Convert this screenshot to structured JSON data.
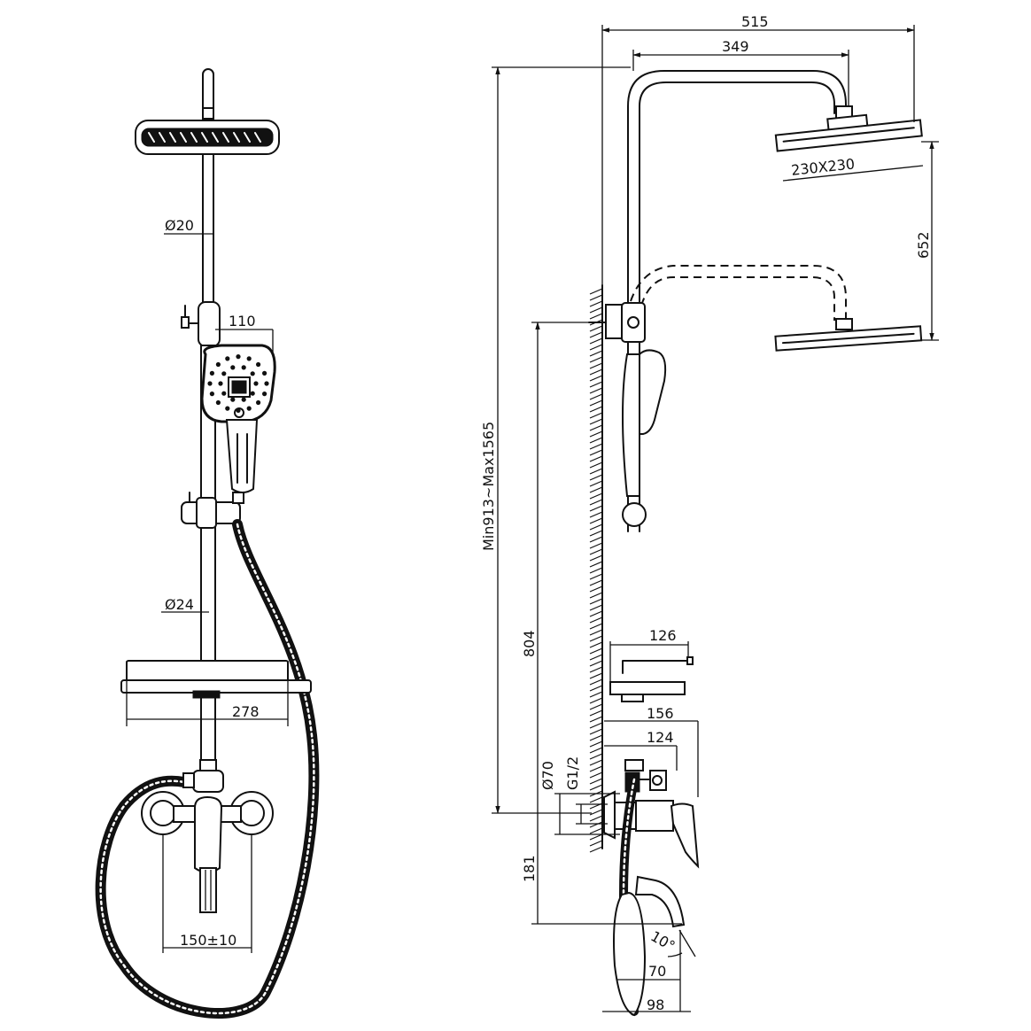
{
  "front_view": {
    "rail_upper_diameter": "Ø20",
    "rail_lower_diameter": "Ø24",
    "hand_shower_width": "110",
    "shelf_width": "278",
    "mixer_centers": "150±10"
  },
  "side_view": {
    "overall_projection": "515",
    "arm_projection": "349",
    "head_size": "230X230",
    "height_adjust": "652",
    "total_height": "Min913~Max1565",
    "outlet_to_shelf": "804",
    "shelf_depth": "126",
    "bracket_depth": "156",
    "mixer_depth": "124",
    "flange_diameter": "Ø70",
    "thread": "G1/2",
    "spout_drop": "181",
    "spout_angle": "10°",
    "spout_offset": "70",
    "spout_projection": "98"
  },
  "colors": {
    "stroke": "#111111",
    "background": "#ffffff"
  }
}
